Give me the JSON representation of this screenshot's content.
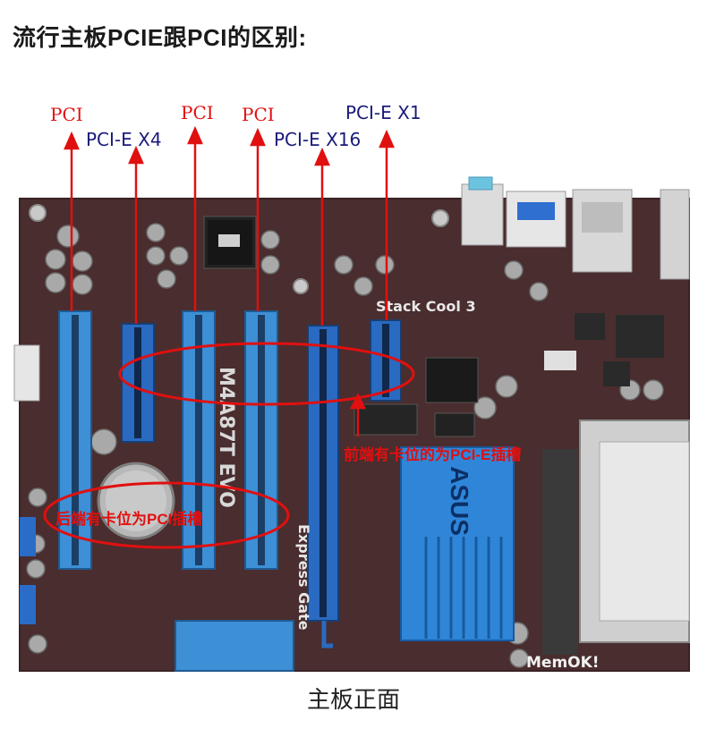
{
  "title": "流行主板PCIE跟PCI的区别:",
  "caption": "主板正面",
  "colors": {
    "annotation_red": "#e01010",
    "label_navy": "#1a1a7a",
    "pcb": "#4a2d2e",
    "slot_blue": "#3d8fd6",
    "heatsink_blue": "#2f86d8"
  },
  "slot_labels": [
    {
      "id": "pci-1",
      "text": "PCI",
      "kind": "pci"
    },
    {
      "id": "pcie-x4",
      "text": "PCI-E X4",
      "kind": "pcie"
    },
    {
      "id": "pci-2",
      "text": "PCI",
      "kind": "pci"
    },
    {
      "id": "pci-3",
      "text": "PCI",
      "kind": "pci"
    },
    {
      "id": "pcie-x16",
      "text": "PCI-E X16",
      "kind": "pcie"
    },
    {
      "id": "pcie-x1",
      "text": "PCI-E X1",
      "kind": "pcie"
    }
  ],
  "annotations": {
    "pcie_note": "前端有卡位的为PCI-E插槽",
    "pci_note": "后端有卡位为PCI插槽"
  },
  "board_text": {
    "stack_cool": "Stack Cool 3",
    "express_gate": "Express Gate",
    "memok": "MemOK!",
    "model": "M4A87T EVO",
    "brand": "ASUS"
  }
}
